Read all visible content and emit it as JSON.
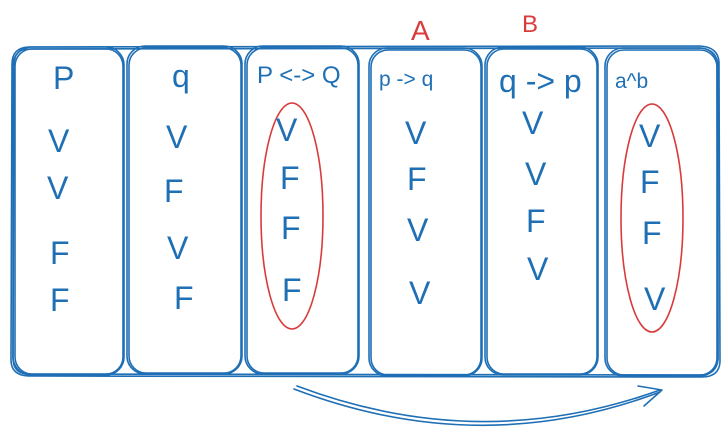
{
  "colors": {
    "ink": "#1f6fb5",
    "highlight": "#d93b3b",
    "background": "#ffffff"
  },
  "annotations": {
    "label_a": "A",
    "label_b": "B"
  },
  "columns": [
    {
      "header": "P",
      "values": [
        "V",
        "V",
        "F",
        "F"
      ]
    },
    {
      "header": "q",
      "values": [
        "V",
        "F",
        "V",
        "F"
      ]
    },
    {
      "header": "P <-> Q",
      "values": [
        "V",
        "F",
        "F",
        "F"
      ],
      "circled": true
    },
    {
      "header": "p -> q",
      "values": [
        "V",
        "F",
        "V",
        "V"
      ]
    },
    {
      "header": "q -> p",
      "values": [
        "V",
        "V",
        "F",
        "V"
      ]
    },
    {
      "header": "a^b",
      "values": [
        "V",
        "F",
        "F",
        "V"
      ],
      "circled": true
    }
  ],
  "arrow": {
    "from": "column-3",
    "to": "column-6"
  }
}
